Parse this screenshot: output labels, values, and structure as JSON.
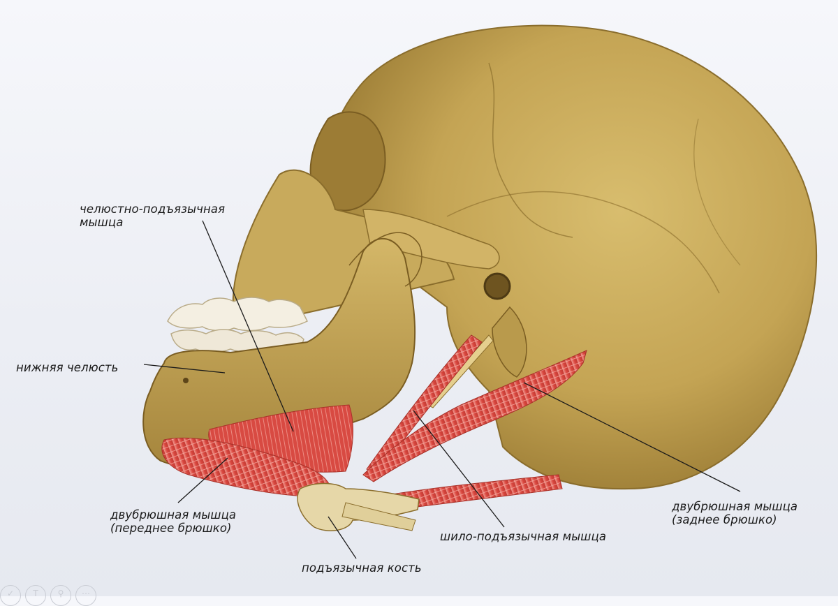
{
  "labels": {
    "mylohyoid": {
      "line1": "челюстно-подъязычная",
      "line2": "мышца"
    },
    "mandible": "нижняя челюсть",
    "digastric_anterior": {
      "line1": "двубрюшная мышца",
      "line2": "(переднее брюшко)"
    },
    "hyoid_bone": "подъязычная кость",
    "stylohyoid": "шило-подъязычная мышца",
    "digastric_posterior": {
      "line1": "двубрюшная мышца",
      "line2": "(заднее брюшко)"
    }
  },
  "footer_icons": [
    "share-icon",
    "text-icon",
    "search-icon",
    "more-icon"
  ],
  "colors": {
    "bone": "#c9a95a",
    "bone_shadow": "#8a6d2c",
    "muscle": "#d9473f",
    "muscle_light": "#f08b80",
    "teeth": "#f4efe2",
    "leader_line": "#1a1a1a"
  }
}
